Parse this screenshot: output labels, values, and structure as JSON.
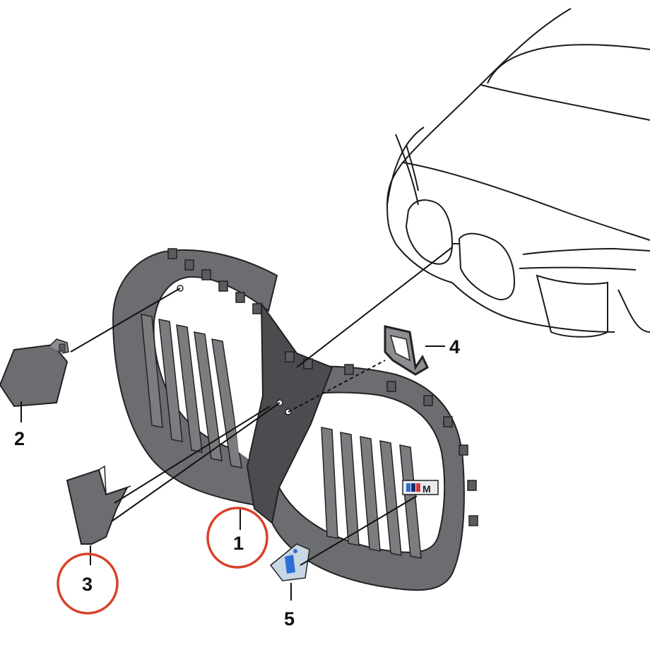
{
  "diagram": {
    "colors": {
      "part_fill": "#6b6d70",
      "part_dark": "#4a4c4f",
      "part_light": "#8c8e91",
      "outline": "#222222",
      "highlight_ring": "#d9412b",
      "car_line": "#1a1a1a",
      "clip_light": "#c9d6e3",
      "badge_blue": "#2a6fd6",
      "badge_red": "#d23a3a"
    },
    "callouts": [
      {
        "id": "1",
        "label": "1",
        "highlighted": true,
        "part": "kidney-grille-frame"
      },
      {
        "id": "2",
        "label": "2",
        "highlighted": false,
        "part": "upper-cover-cap"
      },
      {
        "id": "3",
        "label": "3",
        "highlighted": true,
        "part": "lower-trim-piece"
      },
      {
        "id": "4",
        "label": "4",
        "highlighted": false,
        "part": "mounting-bracket"
      },
      {
        "id": "5",
        "label": "5",
        "highlighted": false,
        "part": "emblem-clip"
      }
    ],
    "emblem_text": "M"
  }
}
